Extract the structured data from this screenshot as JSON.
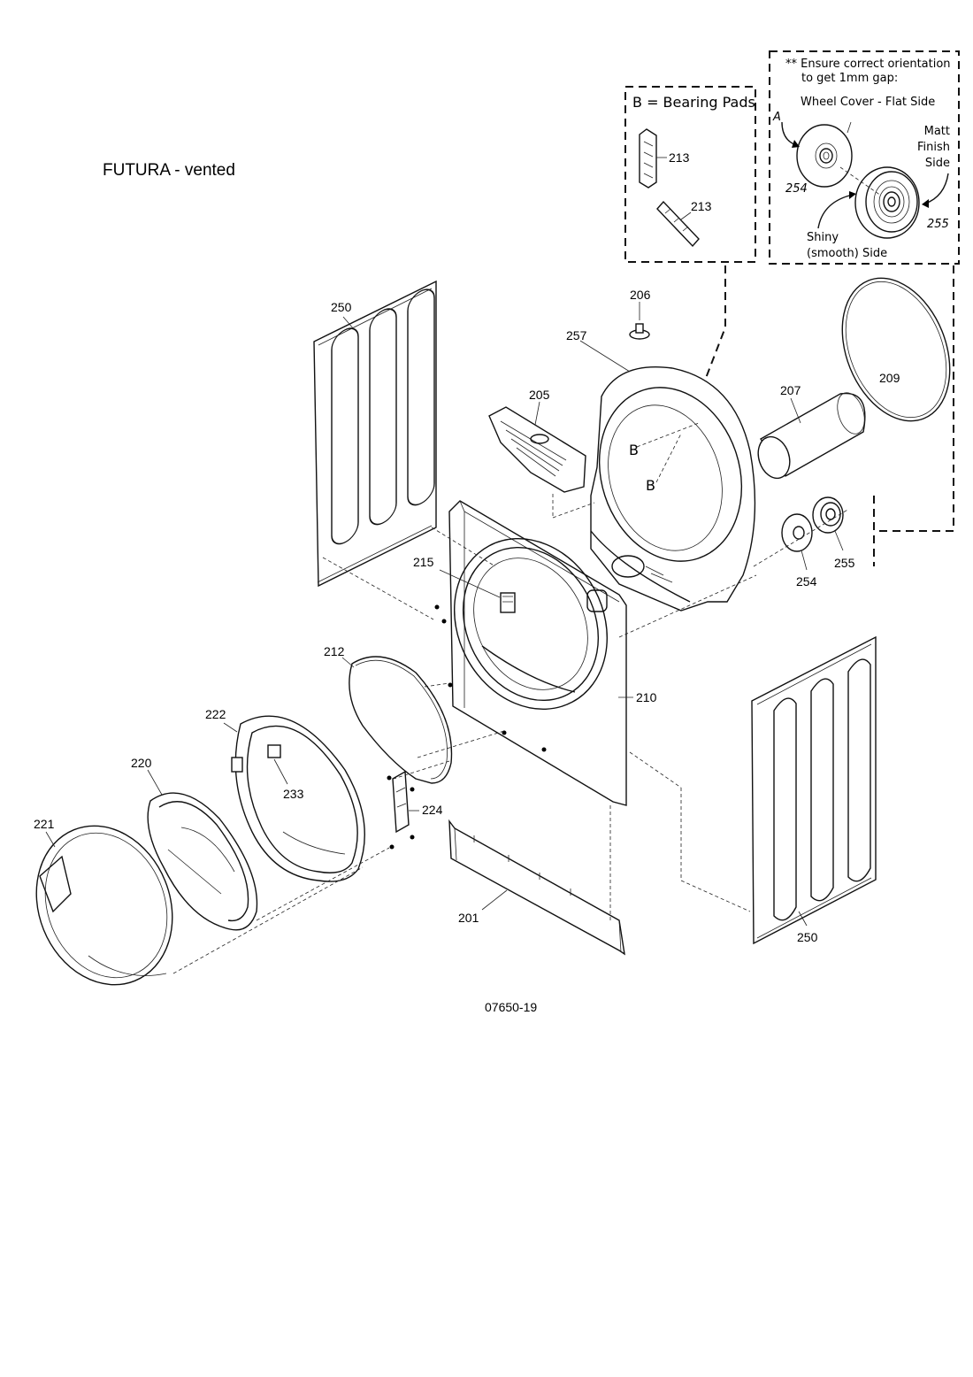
{
  "title": "FUTURA - vented",
  "drawing_number": "07650-19",
  "bearing_box": {
    "heading": "B = Bearing Pads",
    "labels": [
      "213",
      "213"
    ]
  },
  "orientation_box": {
    "note_line1": "** Ensure correct orientation",
    "note_line2": "to get 1mm gap:",
    "wheel_cover": "Wheel Cover - Flat Side",
    "letter_a": "A",
    "matt_line1": "Matt",
    "matt_line2": "Finish",
    "matt_line3": "Side",
    "part_254": "254",
    "part_255": "255",
    "shiny_line1": "Shiny",
    "shiny_line2": "(smooth) Side"
  },
  "bearing_marks": [
    "B",
    "B"
  ],
  "parts": {
    "p201": "201",
    "p205": "205",
    "p206": "206",
    "p207": "207",
    "p209": "209",
    "p210": "210",
    "p212": "212",
    "p215": "215",
    "p220": "220",
    "p221": "221",
    "p222": "222",
    "p224": "224",
    "p233": "233",
    "p250_left": "250",
    "p250_right": "250",
    "p254": "254",
    "p255": "255",
    "p257": "257"
  }
}
